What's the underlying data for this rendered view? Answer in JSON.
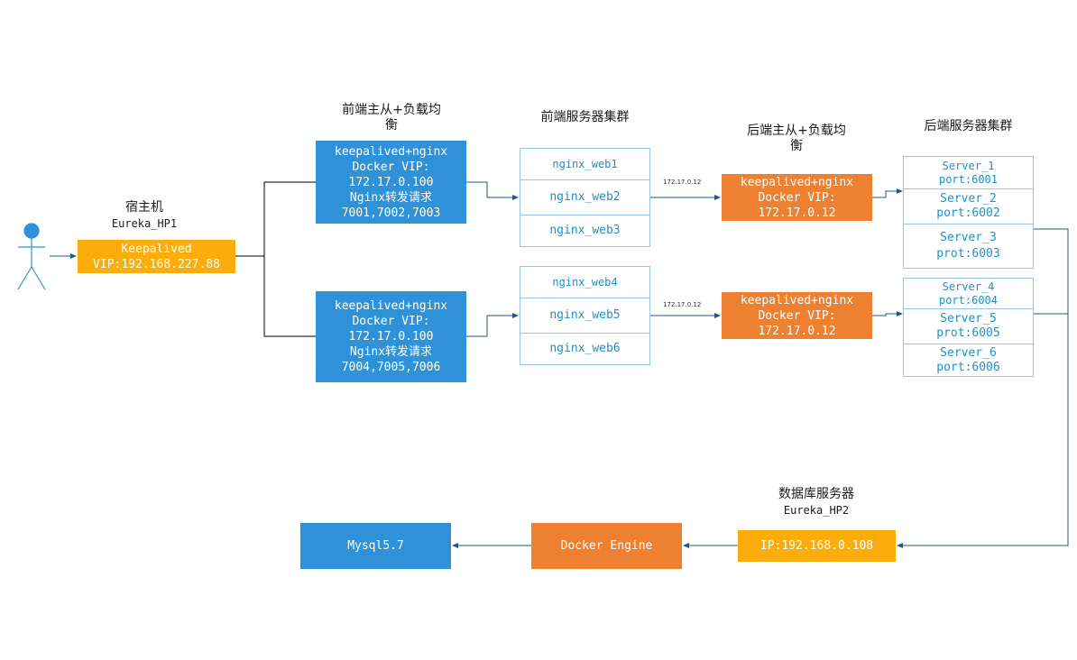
{
  "host": {
    "title": "宿主机",
    "subtitle": "Eureka_HP1",
    "box": "Keepalived\nVIP:192.168.227.88"
  },
  "frontend_lb": {
    "title": "前端主从+负载均\n衡",
    "box1": "keepalived+nginx\nDocker VIP:\n172.17.0.100\nNginx转发请求\n7001,7002,7003",
    "box2": "keepalived+nginx\nDocker VIP:\n172.17.0.100\nNginx转发请求\n7004,7005,7006"
  },
  "frontend_cluster": {
    "title": "前端服务器集群",
    "group1": [
      "nginx_web1",
      "nginx_web2",
      "nginx_web3"
    ],
    "group2": [
      "nginx_web4",
      "nginx_web5",
      "nginx_web6"
    ]
  },
  "edge_labels": {
    "ip1": "172.17.0.12",
    "ip2": "172.17.0.12"
  },
  "backend_lb": {
    "title": "后端主从+负载均\n衡",
    "box1": "keepalived+nginx\nDocker VIP:\n172.17.0.12",
    "box2": "keepalived+nginx\nDocker VIP:\n172.17.0.12"
  },
  "backend_cluster": {
    "title": "后端服务器集群",
    "group1": [
      "Server_1\nport:6001",
      "Server_2\nport:6002",
      "Server_3\nprot:6003"
    ],
    "group2": [
      "Server_4\nport:6004",
      "Server_5\nprot:6005",
      "Server_6\nport:6006"
    ]
  },
  "database": {
    "title": "数据库服务器",
    "subtitle": "Eureka_HP2",
    "box": "IP:192.168.0.108"
  },
  "docker_engine": "Docker Engine",
  "mysql": "Mysql5.7",
  "colors": {
    "blue": "#2f92d8",
    "orange": "#ee8032",
    "yellow": "#fbad0c",
    "edge": "#1f5a85",
    "cell_border": "#9ac4e7",
    "cell_text": "#1d8fc9"
  }
}
